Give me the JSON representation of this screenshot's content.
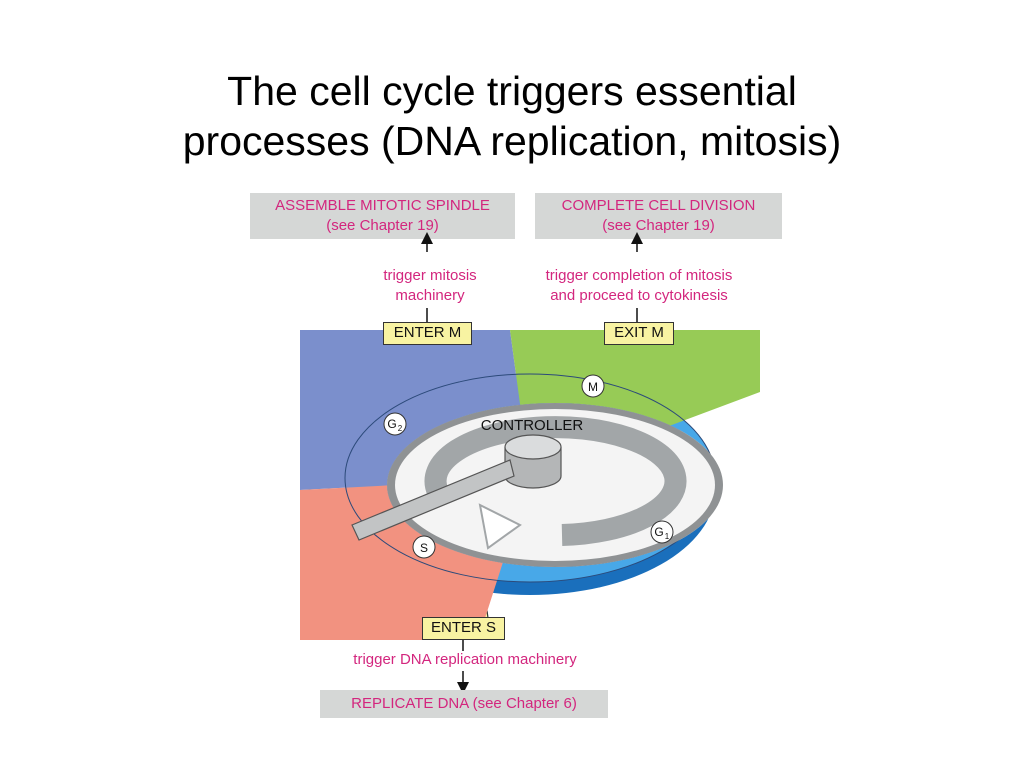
{
  "title": {
    "line1": "The cell cycle triggers essential",
    "line2": "processes (DNA replication, mitosis)"
  },
  "boxes": {
    "spindle": {
      "line1": "ASSEMBLE MITOTIC SPINDLE",
      "line2": "(see Chapter 19)"
    },
    "division": {
      "line1": "COMPLETE CELL  DIVISION",
      "line2": "(see Chapter 19)"
    },
    "replicate": {
      "line1": "REPLICATE DNA  (see Chapter 6)"
    }
  },
  "triggers": {
    "mitosis": {
      "line1": "trigger mitosis",
      "line2": "machinery"
    },
    "completion": {
      "line1": "trigger completion of mitosis",
      "line2": "and proceed to cytokinesis"
    },
    "dna": {
      "line1": "trigger DNA replication machinery"
    }
  },
  "checkpoints": {
    "enter_m": "ENTER M",
    "exit_m": "EXIT M",
    "enter_s": "ENTER S"
  },
  "controller": "CONTROLLER",
  "phases": {
    "m": "M",
    "g2": "G",
    "g2_sub": "2",
    "g1": "G",
    "g1_sub": "1",
    "s": "S"
  },
  "colors": {
    "m_phase": "#97cb56",
    "g1_phase": "#48a8e8",
    "g2_phase": "#7b8fcc",
    "s_phase": "#f29280",
    "box_fill": "#d5d7d6",
    "label_pink": "#d3267e",
    "callout_yellow": "#f8f3a2"
  }
}
